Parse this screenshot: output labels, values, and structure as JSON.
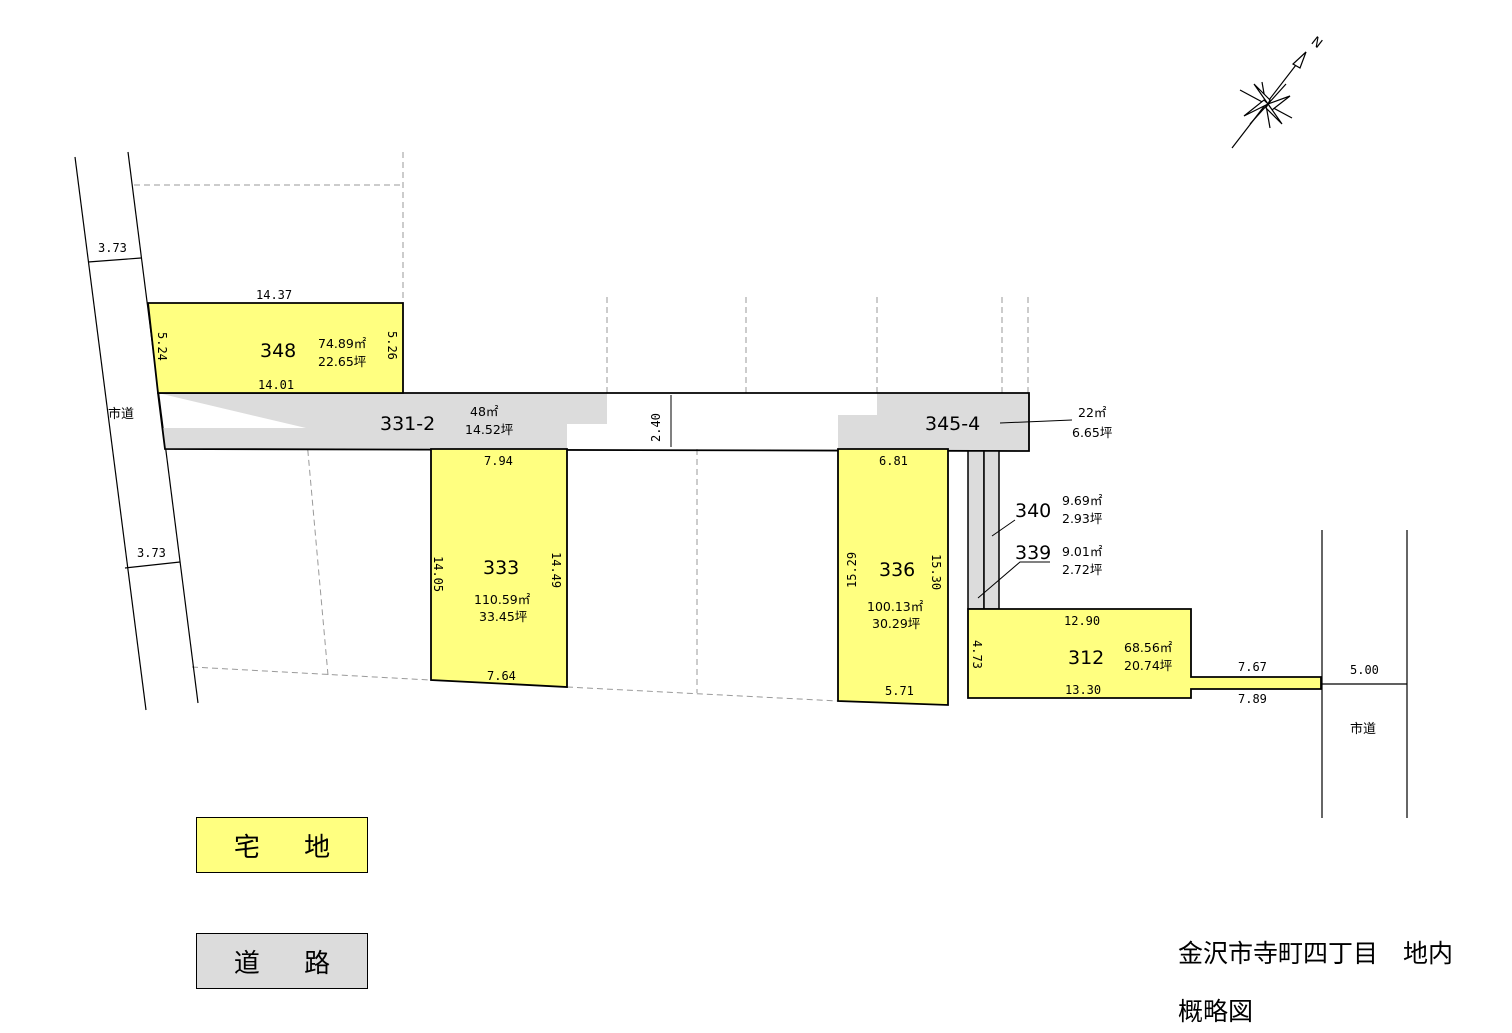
{
  "colors": {
    "residential": "#ffff80",
    "road": "#dcdcdc",
    "line": "#000000",
    "dashed": "#999999"
  },
  "compass": {
    "north_label": "N"
  },
  "roads": {
    "city_road_left": "市道",
    "city_road_right": "市道",
    "left_width_top": "3.73",
    "left_width_bottom": "3.73",
    "right_width": "5.00"
  },
  "parcels": {
    "p348": {
      "number": "348",
      "area_m2": "74.89㎡",
      "area_tsubo": "22.65坪",
      "dims": {
        "top": "14.37",
        "bottom": "14.01",
        "left": "5.24",
        "right": "5.26"
      }
    },
    "p331_2": {
      "number": "331-2",
      "area_m2": "48㎡",
      "area_tsubo": "14.52坪",
      "width": "2.40"
    },
    "p345_4": {
      "number": "345-4",
      "area_m2": "22㎡",
      "area_tsubo": "6.65坪"
    },
    "p333": {
      "number": "333",
      "area_m2": "110.59㎡",
      "area_tsubo": "33.45坪",
      "dims": {
        "top": "7.94",
        "bottom": "7.64",
        "left": "14.05",
        "right": "14.49"
      }
    },
    "p336": {
      "number": "336",
      "area_m2": "100.13㎡",
      "area_tsubo": "30.29坪",
      "dims": {
        "top": "6.81",
        "bottom": "5.71",
        "left": "15.29",
        "right": "15.30"
      }
    },
    "p340": {
      "number": "340",
      "area_m2": "9.69㎡",
      "area_tsubo": "2.93坪"
    },
    "p339": {
      "number": "339",
      "area_m2": "9.01㎡",
      "area_tsubo": "2.72坪"
    },
    "p312": {
      "number": "312",
      "area_m2": "68.56㎡",
      "area_tsubo": "20.74坪",
      "dims": {
        "top": "12.90",
        "bottom": "13.30",
        "left": "4.73",
        "strip_top": "7.67",
        "strip_bottom": "7.89"
      }
    }
  },
  "legend": {
    "residential": "宅 地",
    "road": "道 路"
  },
  "title": {
    "location": "金沢市寺町四丁目　地内",
    "subtitle": "概略図"
  }
}
